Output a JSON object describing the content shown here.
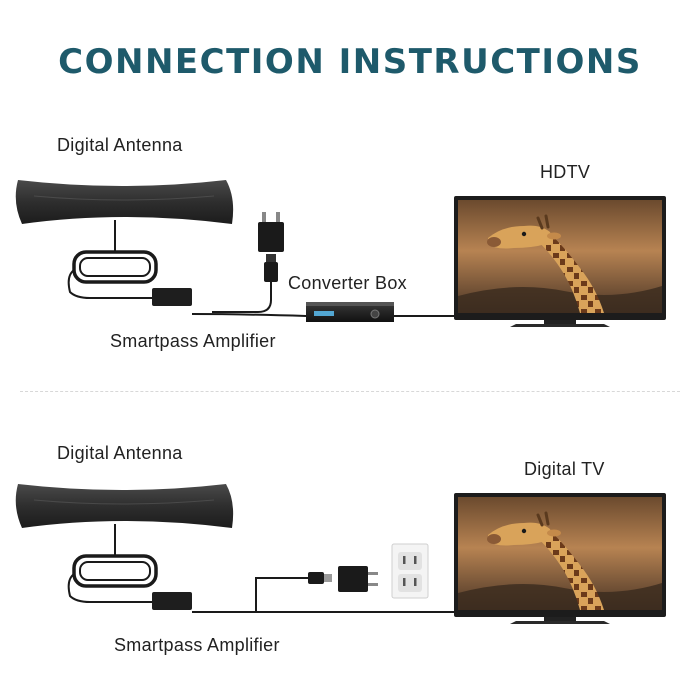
{
  "title": "CONNECTION INSTRUCTIONS",
  "diagram_top": {
    "antenna_label": "Digital Antenna",
    "tv_label": "HDTV",
    "converter_label": "Converter Box",
    "amplifier_label": "Smartpass Amplifier"
  },
  "diagram_bottom": {
    "antenna_label": "Digital Antenna",
    "tv_label": "Digital TV",
    "amplifier_label": "Smartpass Amplifier"
  },
  "colors": {
    "title": "#1e5a6b",
    "device": "#2b2b2b",
    "cable": "#1a1a1a"
  }
}
